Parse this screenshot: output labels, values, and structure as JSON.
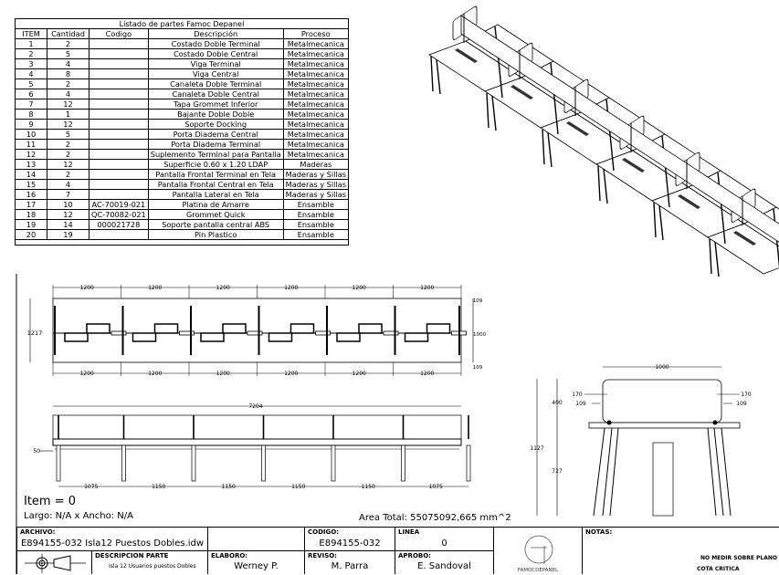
{
  "parts_list": {
    "title": "Listado de partes Famoc Depanel",
    "headers": [
      "ITEM",
      "Cantidad",
      "Codigo",
      "Descripción",
      "Proceso"
    ],
    "rows": [
      [
        "1",
        "2",
        "",
        "Costado Doble Terminal",
        "Metalmecanica"
      ],
      [
        "2",
        "5",
        "",
        "Costado Doble Central",
        "Metalmecanica"
      ],
      [
        "3",
        "4",
        "",
        "Viga Terminal",
        "Metalmecanica"
      ],
      [
        "4",
        "8",
        "",
        "Viga Central",
        "Metalmecanica"
      ],
      [
        "5",
        "2",
        "",
        "Canaleta Doble Terminal",
        "Metalmecanica"
      ],
      [
        "6",
        "4",
        "",
        "Canaleta Doble Central",
        "Metalmecanica"
      ],
      [
        "7",
        "12",
        "",
        "Tapa Grommet Inferior",
        "Metalmecanica"
      ],
      [
        "8",
        "1",
        "",
        "Bajante Doble Doble",
        "Metalmecanica"
      ],
      [
        "9",
        "12",
        "",
        "Soporte Docking",
        "Metalmecanica"
      ],
      [
        "10",
        "5",
        "",
        "Porta Diadema Central",
        "Metalmecanica"
      ],
      [
        "11",
        "2",
        "",
        "Porta Diadema Terminal",
        "Metalmecanica"
      ],
      [
        "12",
        "2",
        "",
        "Suplemento Terminal para Pantalla",
        "Metalmecanica"
      ],
      [
        "13",
        "12",
        "",
        "Superficie 0.60 x 1.20 LDAP",
        "Maderas"
      ],
      [
        "14",
        "2",
        "",
        "Pantalla Frontal Terminal en Tela",
        "Maderas y Sillas"
      ],
      [
        "15",
        "4",
        "",
        "Pantalla Frontal Central en Tela",
        "Maderas y Sillas"
      ],
      [
        "16",
        "7",
        "",
        "Pantalla Lateral en Tela",
        "Maderas y Sillas"
      ],
      [
        "17",
        "10",
        "AC-70019-021",
        "Platina de Amarre",
        "Ensamble"
      ],
      [
        "18",
        "12",
        "QC-70082-021",
        "Grommet Quick",
        "Ensamble"
      ],
      [
        "19",
        "14",
        "000021728",
        "Soporte pantalla central ABS",
        "Ensamble"
      ],
      [
        "20",
        "19",
        "",
        "Pin Plastico",
        "Ensamble"
      ]
    ]
  },
  "top_view": {
    "top_dims": [
      "1200",
      "1200",
      "1200",
      "1200",
      "1200",
      "1200"
    ],
    "bottom_dims": [
      "1200",
      "1200",
      "1200",
      "1200",
      "1200",
      "1200"
    ],
    "depth": "1217",
    "right_dims": [
      "109",
      "1000",
      "109"
    ]
  },
  "side_view": {
    "overall": "7204",
    "leg_offset": "50",
    "spacing": [
      "1075",
      "1150",
      "1150",
      "1150",
      "1150",
      "1075"
    ]
  },
  "front_view": {
    "width": "1000",
    "total_height": "1127",
    "panel_height": "400",
    "desk_height": "727",
    "left_dims": [
      "170",
      "109"
    ],
    "right_dims": [
      "170",
      "109"
    ]
  },
  "info": {
    "item": "Item = 0",
    "size": "Largo: N/A x Ancho: N/A",
    "area": "Area Total: 55075092,665 mm^2"
  },
  "title_block": {
    "archivo_label": "ARCHIVO:",
    "archivo": "E894155-032 Isla12 Puestos Dobles.idw",
    "codigo_label": "CODIGO:",
    "codigo": "E894155-032",
    "linea_label": "LINEA",
    "linea": "0",
    "desc_label": "DESCRIPCION PARTE",
    "desc": "Isla 12 Usuarios puestos Dobles",
    "elaboro_label": "ELABORO:",
    "elaboro": "Werney P.",
    "reviso_label": "REVISO:",
    "reviso": "M. Parra",
    "aprobo_label": "APROBO:",
    "aprobo": "E. Sandoval",
    "logo_text": "FAMOCDEPANEL",
    "notas_label": "NOTAS:",
    "note1": "NO MEDIR SOBRE PLANO",
    "note2": "COTA CRITICA"
  }
}
